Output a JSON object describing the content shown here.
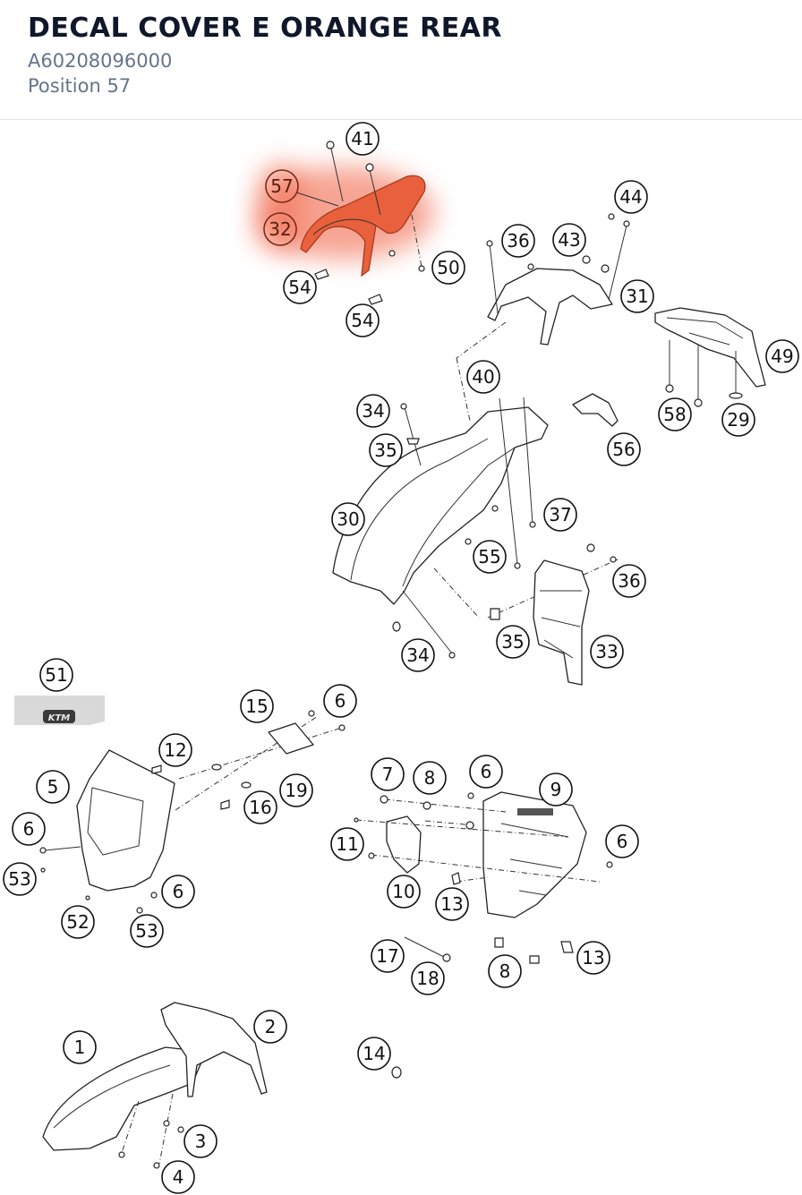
{
  "part": {
    "name": "DECAL COVER E ORANGE REAR",
    "number": "A60208096000",
    "position_label": "Position 57"
  },
  "highlight": {
    "color": "#e8603c",
    "glow_color": "#f05a3a",
    "labels": [
      "57",
      "32"
    ]
  },
  "logo": {
    "text": "KTM"
  },
  "callouts": [
    "41",
    "57",
    "32",
    "54",
    "54",
    "50",
    "44",
    "36",
    "43",
    "31",
    "49",
    "58",
    "29",
    "40",
    "34",
    "35",
    "56",
    "30",
    "37",
    "55",
    "36",
    "34",
    "35",
    "33",
    "51",
    "15",
    "6",
    "12",
    "5",
    "19",
    "16",
    "6",
    "53",
    "6",
    "52",
    "53",
    "7",
    "8",
    "6",
    "9",
    "11",
    "6",
    "10",
    "13",
    "17",
    "18",
    "8",
    "13",
    "1",
    "2",
    "3",
    "4",
    "14"
  ]
}
